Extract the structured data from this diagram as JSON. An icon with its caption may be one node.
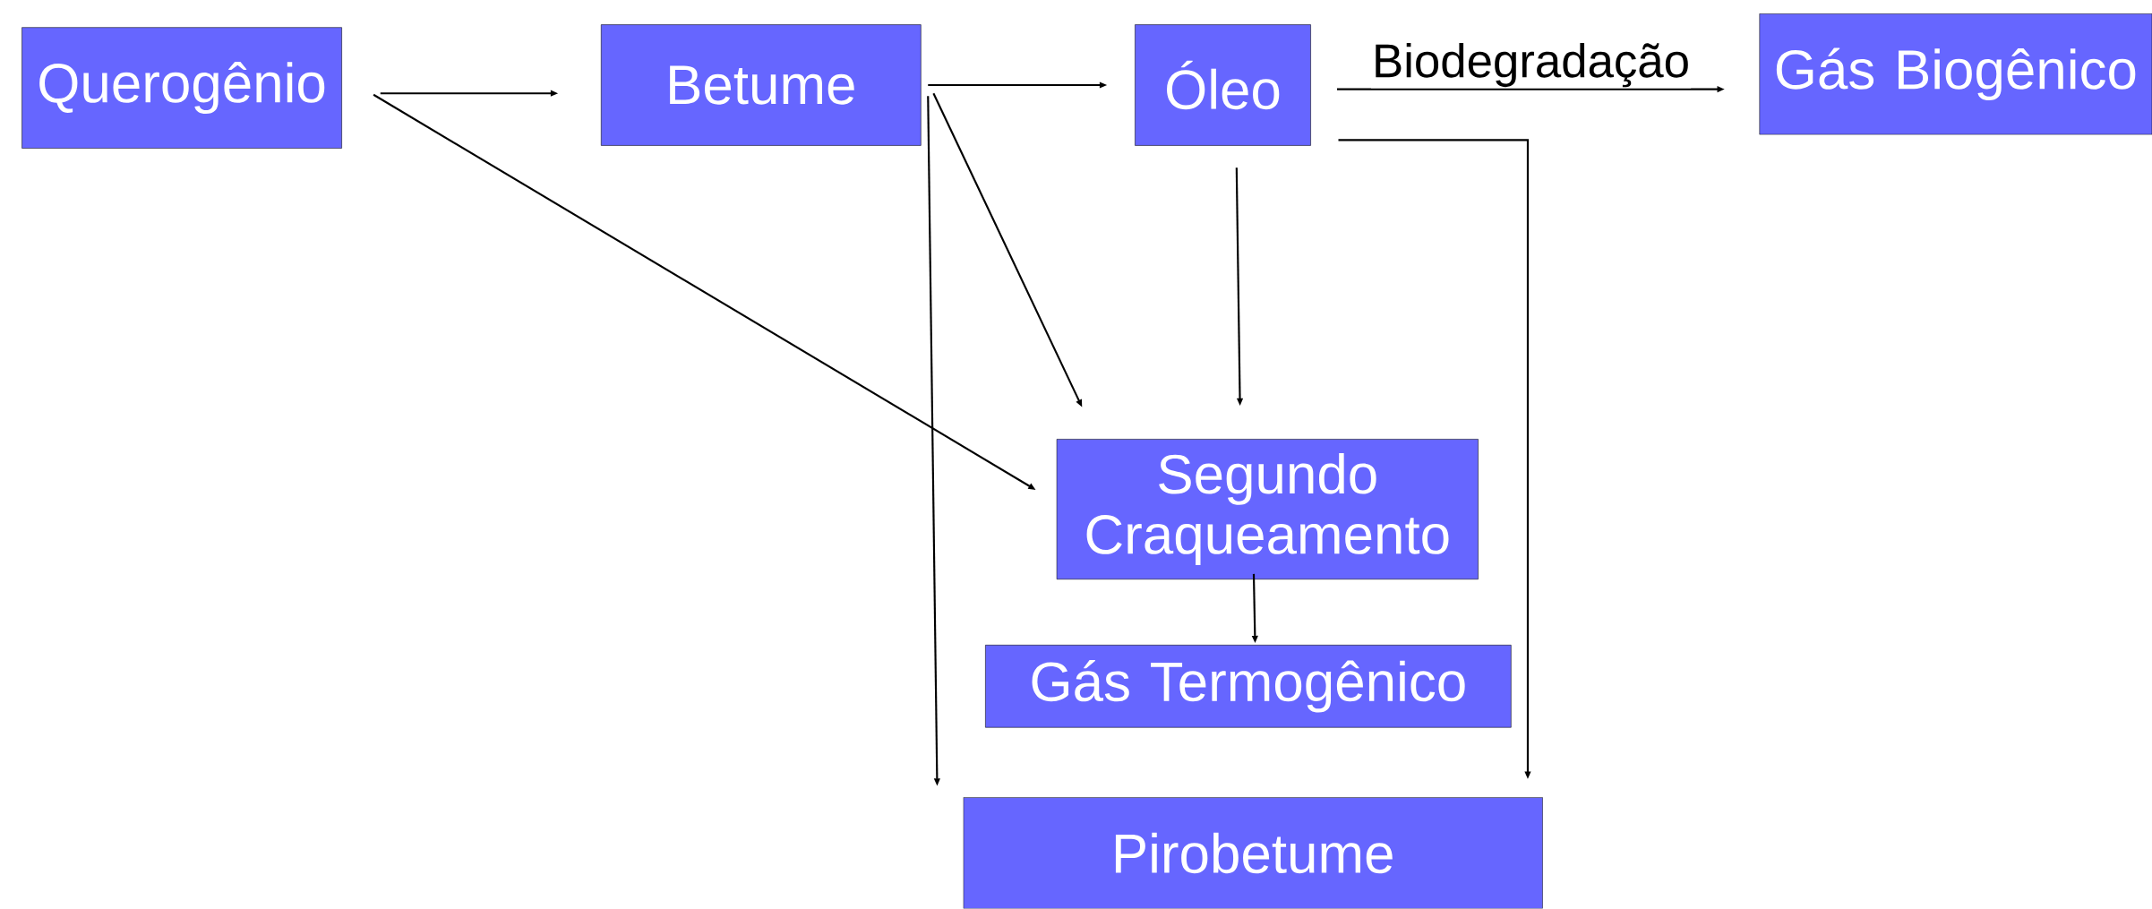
{
  "diagram": {
    "nodes": [
      {
        "text": [
          "Querogênio"
        ]
      },
      {
        "text": [
          "Betume"
        ]
      },
      {
        "text": [
          "Óleo"
        ]
      },
      {
        "text": [
          "Gás Biogênico"
        ]
      },
      {
        "text": [
          "Segundo Craqueamento"
        ]
      },
      {
        "text": [
          "Gás Termogênico"
        ]
      },
      {
        "text": [
          "Pirobetume"
        ]
      }
    ],
    "edges": [
      {
        "from": 0,
        "to": 1,
        "arrow": "to"
      },
      {
        "from": 0,
        "to": 4,
        "arrow": "to"
      },
      {
        "from": 1,
        "to": 2,
        "arrow": "to"
      },
      {
        "from": 1,
        "to": 4,
        "arrow": "to"
      },
      {
        "from": 1,
        "to": 6,
        "arrow": "to"
      },
      {
        "from": 2,
        "to": 3,
        "arrow": "to",
        "label": "Biodegradação"
      },
      {
        "from": 2,
        "to": 4,
        "arrow": "to"
      },
      {
        "from": 2,
        "to": 6,
        "arrow": "to"
      },
      {
        "from": 4,
        "to": 5,
        "arrow": "to"
      }
    ]
  }
}
